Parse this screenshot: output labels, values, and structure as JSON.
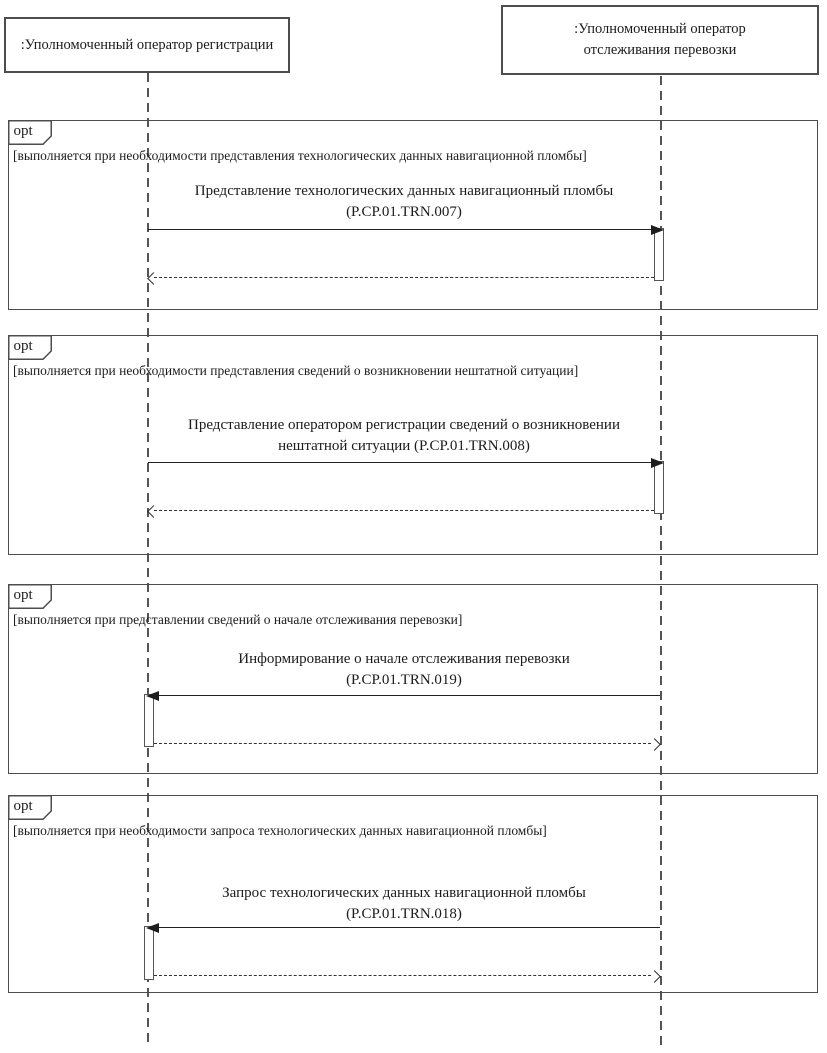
{
  "diagram_type": "uml-sequence-diagram",
  "actors": [
    {
      "id": "registration-operator",
      "lines": [
        ":Уполномоченный оператор регистрации"
      ]
    },
    {
      "id": "tracking-operator",
      "lines": [
        ":Уполномоченный оператор",
        "отслеживания перевозки"
      ]
    }
  ],
  "fragments": [
    {
      "operator": "opt",
      "guard": "[выполняется при необходимости представления технологических данных навигационной пломбы]",
      "message_lines": [
        "Представление технологических данных навигационный пломбы",
        "(P.CP.01.TRN.007)"
      ],
      "call_direction": "left-to-right",
      "reply_direction": "right-to-left"
    },
    {
      "operator": "opt",
      "guard": "[выполняется при необходимости представления сведений о возникновении нештатной ситуации]",
      "message_lines": [
        "Представление оператором регистрации сведений о возникновении",
        "нештатной ситуации (P.CP.01.TRN.008)"
      ],
      "call_direction": "left-to-right",
      "reply_direction": "right-to-left"
    },
    {
      "operator": "opt",
      "guard": "[выполняется при представлении сведений о начале отслеживания перевозки]",
      "message_lines": [
        "Информирование о начале отслеживания перевозки",
        "(P.CP.01.TRN.019)"
      ],
      "call_direction": "right-to-left",
      "reply_direction": "left-to-right"
    },
    {
      "operator": "opt",
      "guard": "[выполняется при необходимости запроса технологических данных навигационной пломбы]",
      "message_lines": [
        "Запрос технологических данных навигационной пломбы",
        "(P.CP.01.TRN.018)"
      ],
      "call_direction": "right-to-left",
      "reply_direction": "left-to-right"
    }
  ],
  "colors": {
    "background": "#ffffff",
    "frame_border": "#4d4d4d",
    "line": "#222222",
    "text": "#1b1b1b"
  }
}
